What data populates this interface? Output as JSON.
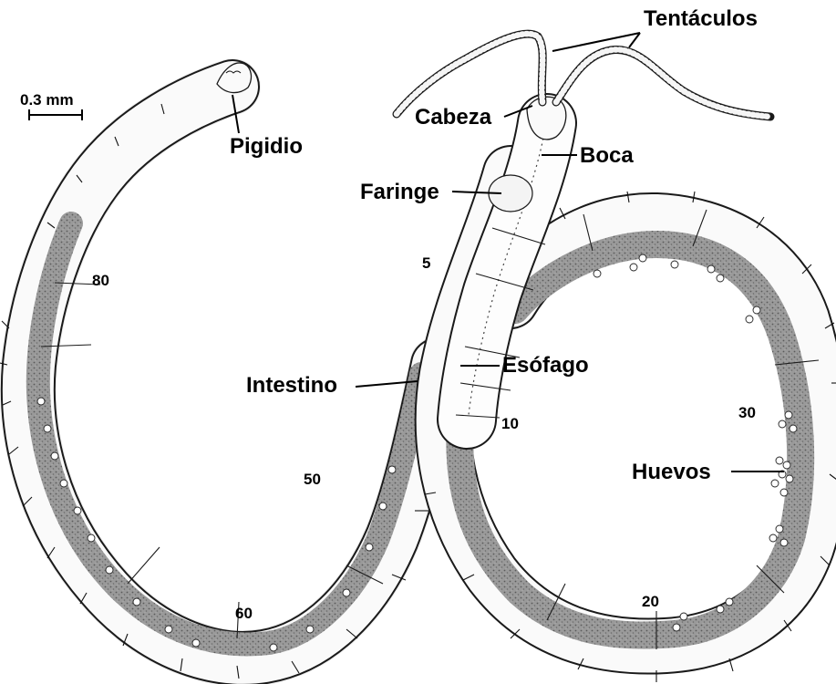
{
  "labels": {
    "tentaculos": "Tentáculos",
    "cabeza": "Cabeza",
    "boca": "Boca",
    "faringe": "Faringe",
    "pigidio": "Pigidio",
    "intestino": "Intestino",
    "esofago": "Esófago",
    "huevos": "Huevos"
  },
  "scale_bar": "0.3 mm",
  "segment_numbers": [
    "5",
    "10",
    "20",
    "30",
    "50",
    "60",
    "80"
  ],
  "colors": {
    "ink": "#000000",
    "gut": "#8a8a8a",
    "body": "#ffffff"
  }
}
